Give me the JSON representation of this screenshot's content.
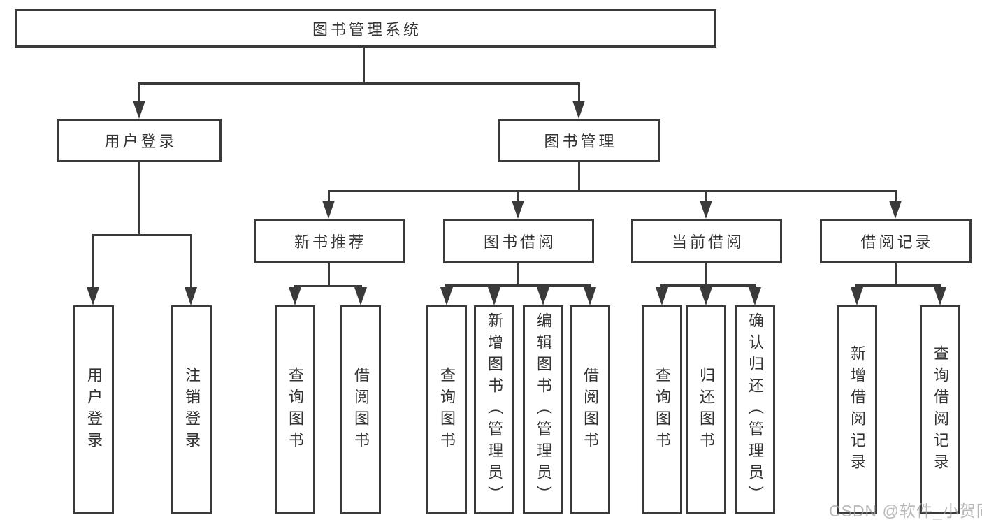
{
  "diagram": {
    "root": "图书管理系统",
    "level2": {
      "user_login": "用户登录",
      "book_mgmt": "图书管理"
    },
    "level3": {
      "new_book": "新书推荐",
      "book_borrow": "图书借阅",
      "current_borrow": "当前借阅",
      "borrow_record": "借阅记录"
    },
    "leaves": {
      "user_login": "用户登录",
      "logout": "注销登录",
      "nb_query": "查询图书",
      "nb_borrow": "借阅图书",
      "bb_query": "查询图书",
      "bb_add": "新增图书（管理员）",
      "bb_edit": "编辑图书（管理员）",
      "bb_borrow": "借阅图书",
      "cb_query": "查询图书",
      "cb_return": "归还图书",
      "cb_confirm": "确认归还（管理员）",
      "br_add": "新增借阅记录",
      "br_query": "查询借阅记录"
    },
    "colors": {
      "line": "#3a3a3a",
      "text": "#333333",
      "watermark": "#a6a6a6",
      "background": "#ffffff"
    }
  },
  "watermark": "CSDN @软件_小贺同学"
}
